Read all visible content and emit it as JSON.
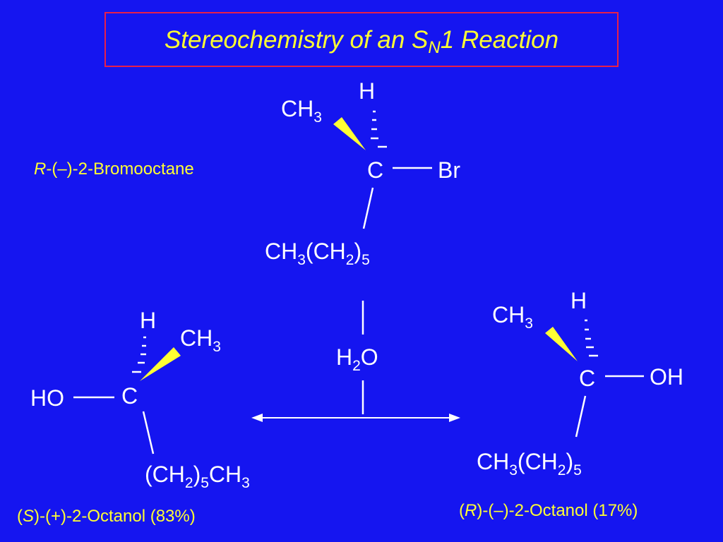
{
  "title": {
    "main": "Stereochemistry of an S",
    "sub": "N",
    "tail": "1 Reaction"
  },
  "reactant": {
    "name_italic": "R",
    "name_rest": "-(–)-2-Bromooctane",
    "h": "H",
    "ch3": "CH",
    "ch3_sub": "3",
    "c": "C",
    "br": "Br",
    "chain": [
      "CH",
      "3",
      "(CH",
      "2",
      ")",
      "5"
    ]
  },
  "reagent": {
    "h": "H",
    "sub": "2",
    "o": "O"
  },
  "product_s": {
    "h": "H",
    "ch3": "CH",
    "ch3_sub": "3",
    "ho": "HO",
    "c": "C",
    "chain": [
      "(CH",
      "2",
      ")",
      "5",
      "CH",
      "3"
    ],
    "name_open": "(",
    "name_italic": "S",
    "name_rest": ")-(+)-2-Octanol (83%)"
  },
  "product_r": {
    "h": "H",
    "ch3": "CH",
    "ch3_sub": "3",
    "c": "C",
    "oh": "OH",
    "chain": [
      "CH",
      "3",
      "(CH",
      "2",
      ")",
      "5"
    ],
    "name_open": "(",
    "name_italic": "R",
    "name_rest": ")-(–)-2-Octanol (17%)"
  },
  "colors": {
    "background": "#1515f0",
    "accent": "#ffff33",
    "title_border": "#e8204a",
    "text": "#ffffff"
  }
}
